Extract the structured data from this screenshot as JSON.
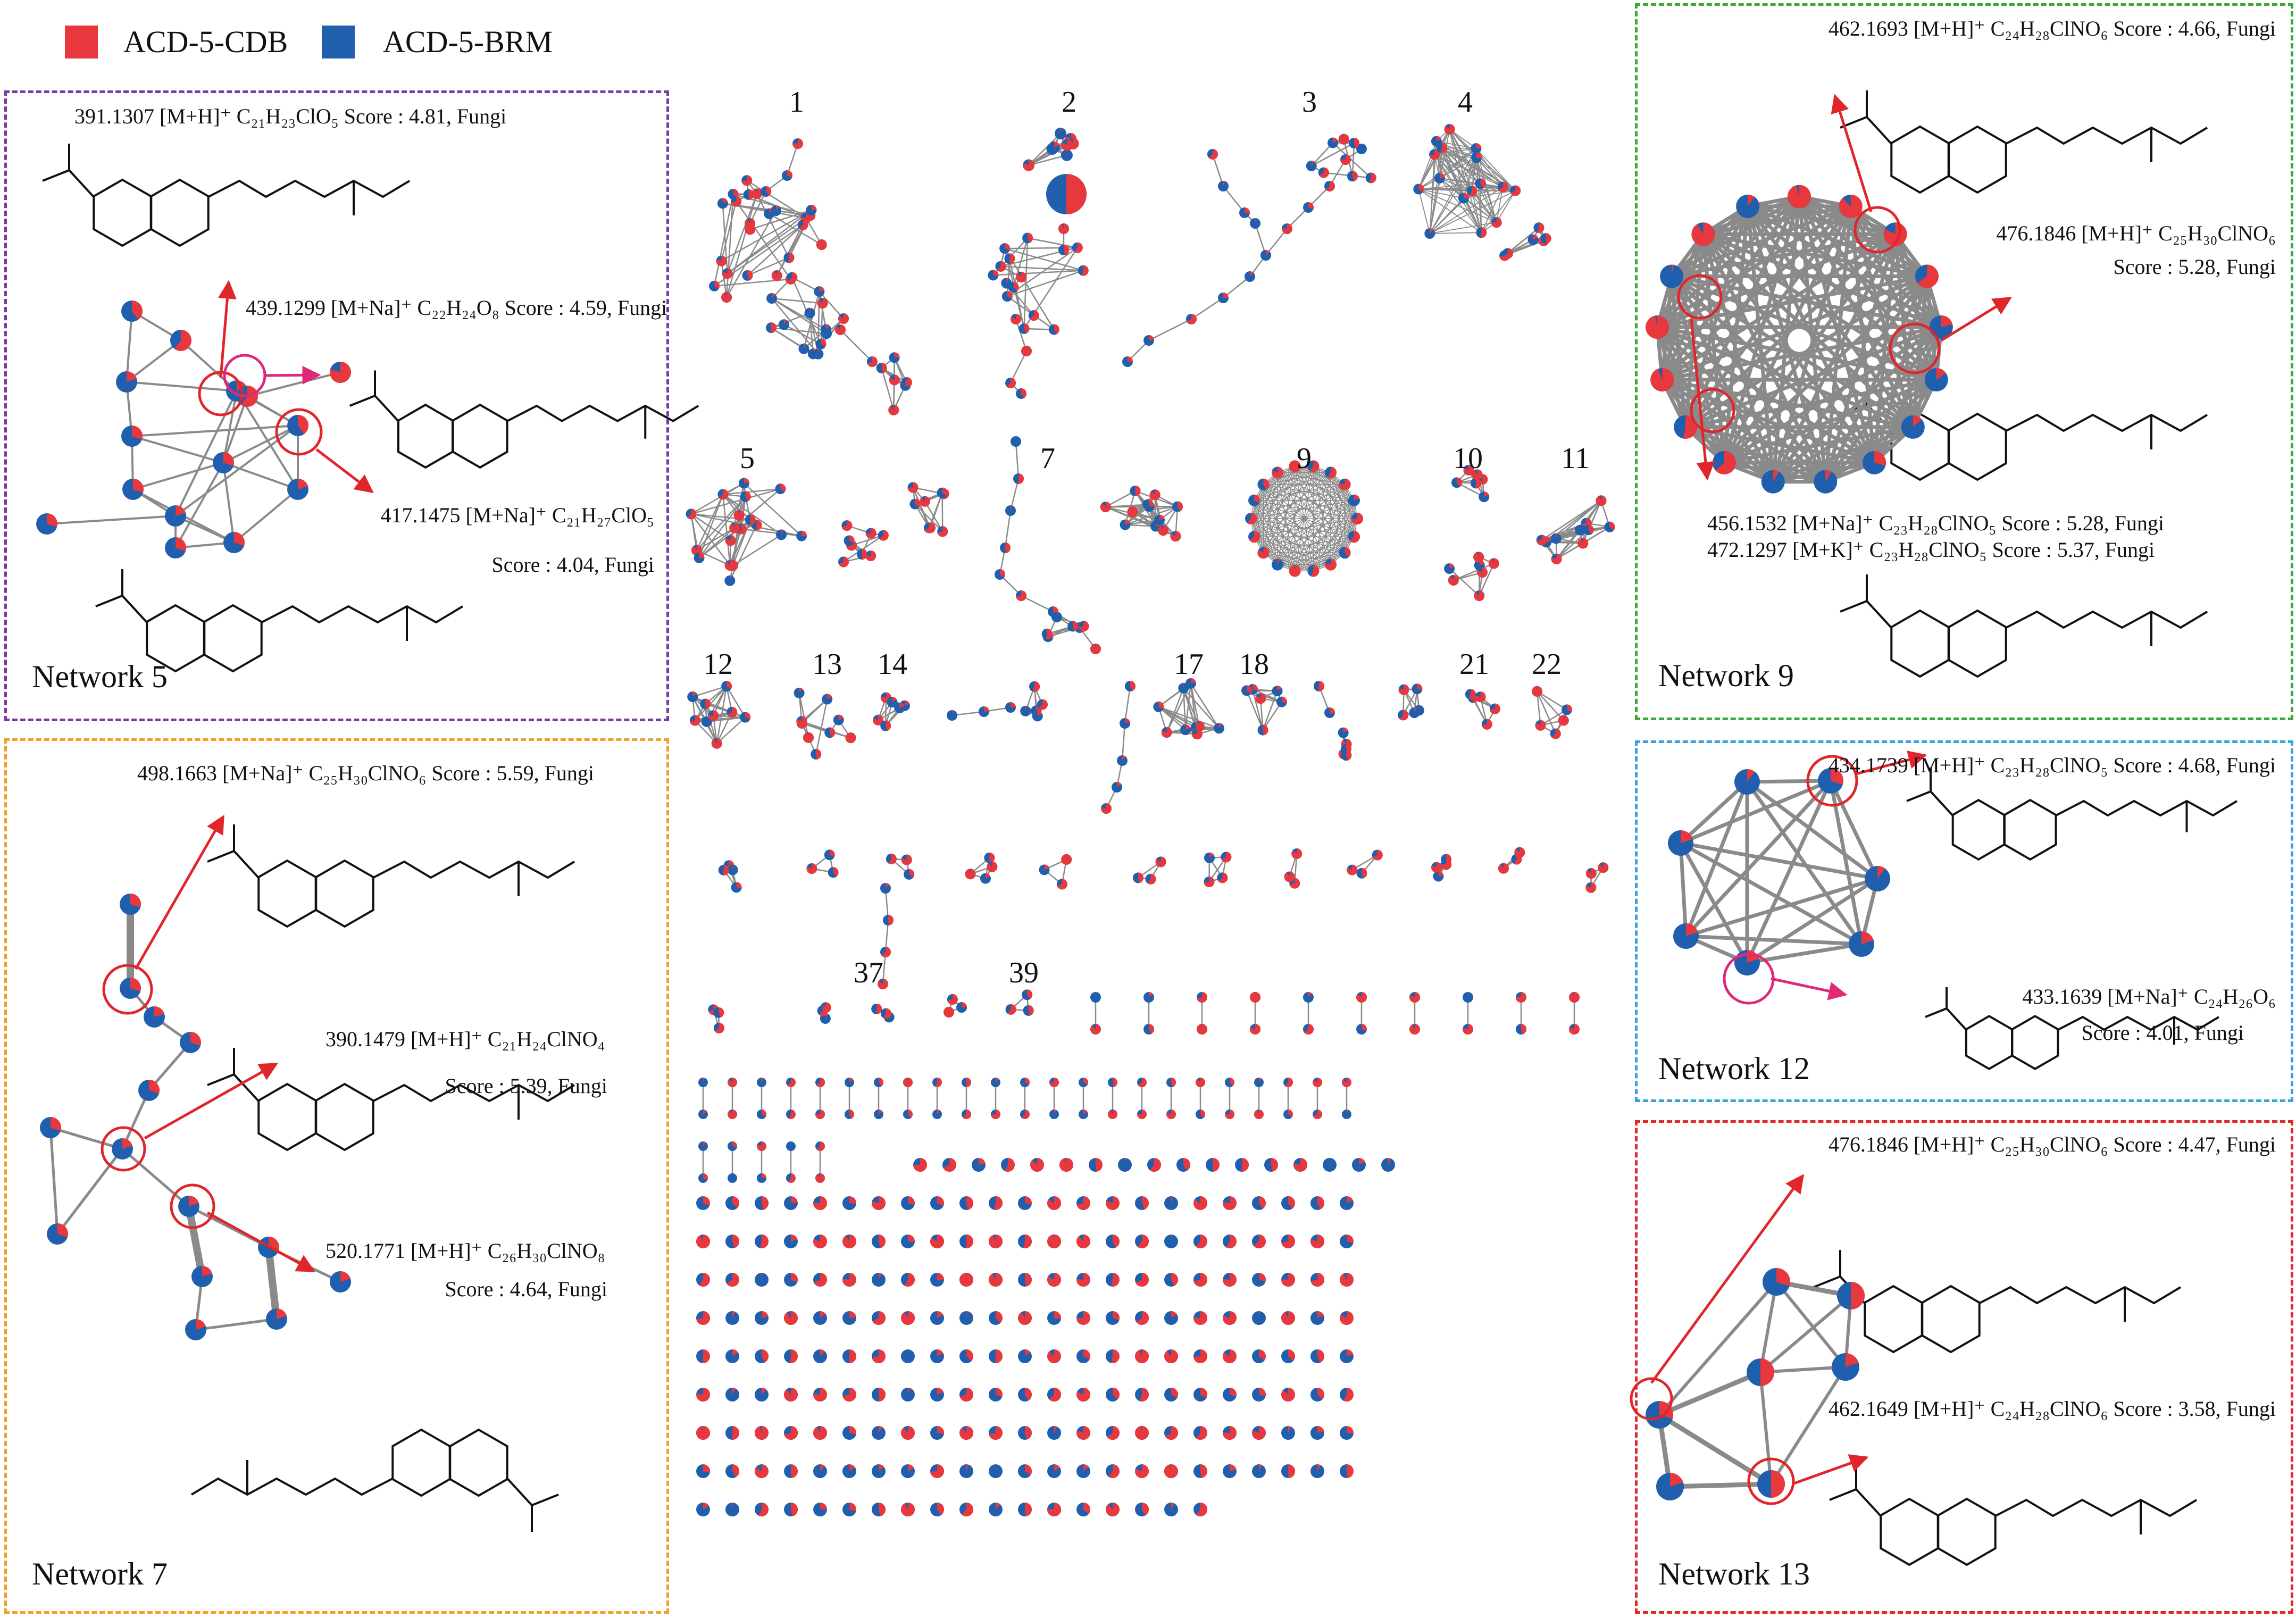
{
  "legend": {
    "items": [
      {
        "label": "ACD-5-CDB",
        "color": "#e8383d"
      },
      {
        "label": "ACD-5-BRM",
        "color": "#1f5fae"
      }
    ]
  },
  "colors": {
    "cdb": "#e8383d",
    "brm": "#1f5fae",
    "edge": "#8a8a8a",
    "arrow": "#e0262b",
    "arrow_pink": "#e0277a",
    "panel5": "#7a3aa0",
    "panel7": "#f0a030",
    "panel9": "#3aa83a",
    "panel12": "#3aa0e0",
    "panel13": "#e02a2a"
  },
  "network_labels": [
    "1",
    "2",
    "3",
    "4",
    "5",
    "7",
    "9",
    "10",
    "11",
    "12",
    "13",
    "14",
    "17",
    "18",
    "21",
    "22",
    "37",
    "39"
  ],
  "panels": {
    "n5": {
      "title": "Network 5",
      "annotations": [
        "391.1307 [M+H]⁺ C₂₁H₂₃ClO₅ Score : 4.81, Fungi",
        "439.1299 [M+Na]⁺ C₂₂H₂₄O₈ Score : 4.59, Fungi",
        "417.1475 [M+Na]⁺ C₂₁H₂₇ClO₅",
        "Score : 4.04, Fungi"
      ]
    },
    "n7": {
      "title": "Network 7",
      "annotations": [
        "498.1663 [M+Na]⁺ C₂₅H₃₀ClNO₆ Score : 5.59, Fungi",
        "390.1479 [M+H]⁺  C₂₁H₂₄ClNO₄",
        "Score : 5.39, Fungi",
        "520.1771 [M+H]⁺  C₂₆H₃₀ClNO₈",
        "Score : 4.64, Fungi"
      ]
    },
    "n9": {
      "title": "Network  9",
      "annotations": [
        "462.1693 [M+H]⁺ C₂₄H₂₈ClNO₆ Score : 4.66, Fungi",
        "476.1846 [M+H]⁺ C₂₅H₃₀ClNO₆",
        "Score : 5.28, Fungi",
        "456.1532 [M+Na]⁺ C₂₃H₂₈ClNO₅ Score : 5.28, Fungi",
        "472.1297 [M+K]⁺   C₂₃H₂₈ClNO₅ Score : 5.37, Fungi"
      ]
    },
    "n12": {
      "title": "Network 12",
      "annotations": [
        "434.1739 [M+H]⁺ C₂₃H₂₈ClNO₅ Score : 4.68, Fungi",
        "433.1639 [M+Na]⁺ C₂₄H₂₆O₆",
        "Score : 4.01, Fungi"
      ]
    },
    "n13": {
      "title": "Network 13",
      "annotations": [
        "476.1846 [M+H]⁺ C₂₅H₃₀ClNO₆ Score : 4.47, Fungi",
        "462.1649 [M+H]⁺ C₂₄H₂₈ClNO₆ Score : 3.58, Fungi"
      ]
    }
  }
}
